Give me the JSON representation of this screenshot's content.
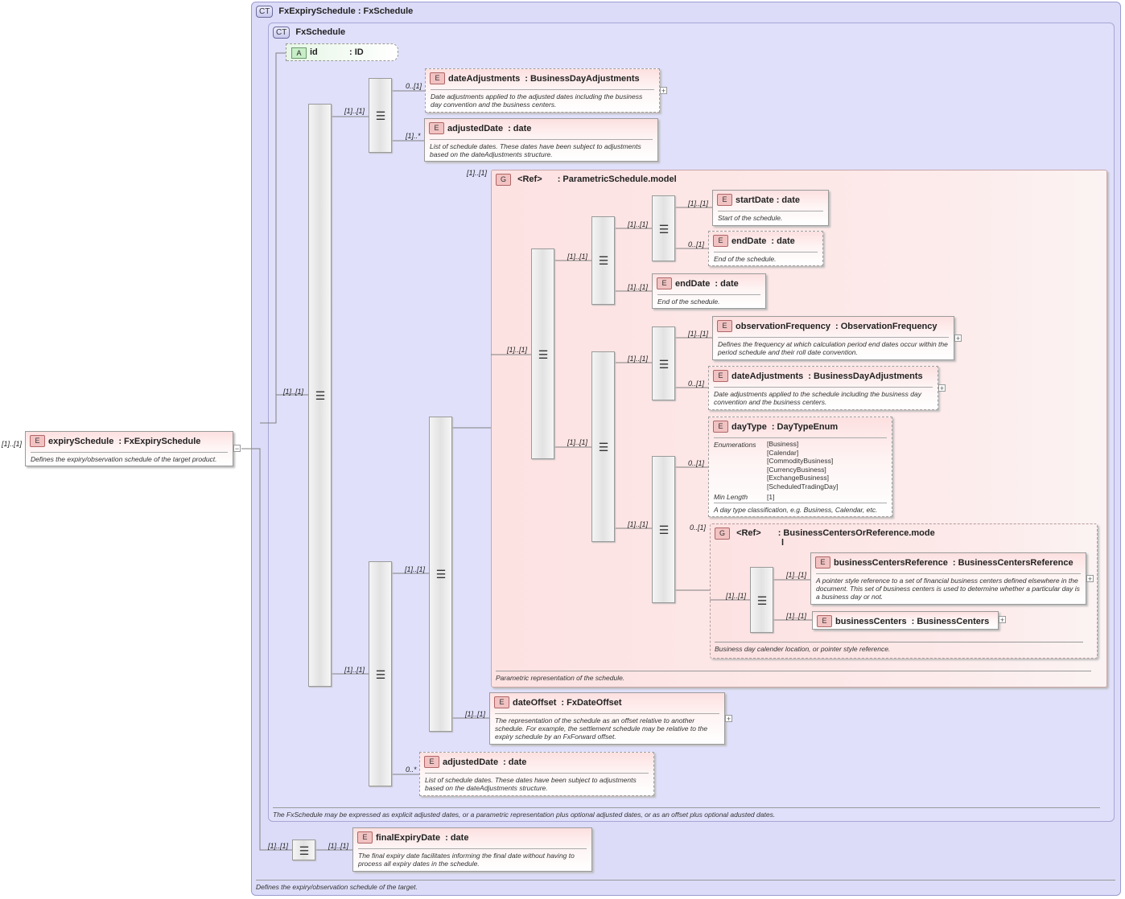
{
  "outer_ct": {
    "badge": "CT",
    "title": "FxExpirySchedule : FxSchedule",
    "doc": "Defines the expiry/observation schedule of the target."
  },
  "inner_ct": {
    "badge": "CT",
    "title": "FxSchedule",
    "doc": "The FxSchedule may be expressed as explicit adjusted dates, or a parametric representation plus optional adjusted dates, or as an offset plus optional adusted dates."
  },
  "attribute": {
    "badge": "A",
    "name": "id",
    "type": ": ID"
  },
  "root": {
    "badge": "E",
    "name": "expirySchedule",
    "type": ": FxExpirySchedule",
    "doc": "Defines the expiry/observation schedule of the target product.",
    "card": "[1]..[1]"
  },
  "elements": {
    "dateAdjustments1": {
      "badge": "E",
      "name": "dateAdjustments",
      "type": ": BusinessDayAdjustments",
      "doc": "Date adjustments applied to the adjusted dates including the business day convention and the business centers."
    },
    "adjustedDate1": {
      "badge": "E",
      "name": "adjustedDate",
      "type": ": date",
      "doc": "List of schedule dates. These dates have been subject to adjustments based on the dateAdjustments structure."
    },
    "startDate": {
      "badge": "E",
      "name": "startDate",
      "type": ": date",
      "doc": "Start of the schedule."
    },
    "endDate1": {
      "badge": "E",
      "name": "endDate",
      "type": ": date",
      "doc": "End of the schedule."
    },
    "endDate2": {
      "badge": "E",
      "name": "endDate",
      "type": ": date",
      "doc": "End of the schedule."
    },
    "observationFrequency": {
      "badge": "E",
      "name": "observationFrequency",
      "type": ": ObservationFrequency",
      "doc": "Defines the frequency at which calculation period end dates occur within the period schedule and their roll date convention."
    },
    "dateAdjustments2": {
      "badge": "E",
      "name": "dateAdjustments",
      "type": ": BusinessDayAdjustments",
      "doc": "Date adjustments applied to the schedule including the business day convention and the business centers."
    },
    "dayType": {
      "badge": "E",
      "name": "dayType",
      "type": ": DayTypeEnum",
      "doc": "A day type classification, e.g. Business, Calendar, etc.",
      "enum_label": "Enumerations",
      "enums": [
        "[Business]",
        "[Calendar]",
        "[CommodityBusiness]",
        "[CurrencyBusiness]",
        "[ExchangeBusiness]",
        "[ScheduledTradingDay]"
      ],
      "minlen_label": "Min Length",
      "minlen": "[1]"
    },
    "businessCentersReference": {
      "badge": "E",
      "name": "businessCentersReference",
      "type": ": BusinessCentersReference",
      "doc": "A pointer style reference to a set of financial business centers defined elsewhere in the document. This set of business centers is used to determine whether a particular day is a business day or not."
    },
    "businessCenters": {
      "badge": "E",
      "name": "businessCenters",
      "type": ": BusinessCenters"
    },
    "dateOffset": {
      "badge": "E",
      "name": "dateOffset",
      "type": ": FxDateOffset",
      "doc": "The representation of the schedule as an offset relative to another schedule. For example, the settlement schedule may be relative to the expiry schedule by an FxForward offset."
    },
    "adjustedDate2": {
      "badge": "E",
      "name": "adjustedDate",
      "type": ": date",
      "doc": "List of schedule dates. These dates have been subject to adjustments based on the dateAdjustments structure."
    },
    "finalExpiryDate": {
      "badge": "E",
      "name": "finalExpiryDate",
      "type": ": date",
      "doc": "The final expiry date facilitates informing the final date without having to process all expiry dates in the schedule."
    }
  },
  "groups": {
    "parametric": {
      "badge": "G",
      "ref": "<Ref>",
      "type": ": ParametricSchedule.model",
      "doc": "Parametric representation of the schedule."
    },
    "businessCentersOrRef": {
      "badge": "G",
      "ref": "<Ref>",
      "type": ": BusinessCentersOrReference.mode",
      "type2": "l",
      "doc": "Business day calender location, or pointer style reference."
    }
  },
  "cards": {
    "c_11": "[1]..[1]",
    "c_01": "0..[1]",
    "c_1star": "[1]..*",
    "c_0star": "0..*"
  },
  "icons": {
    "sequence": "sequence-compositor-icon",
    "expand": "plus-icon",
    "collapse": "minus-icon"
  }
}
